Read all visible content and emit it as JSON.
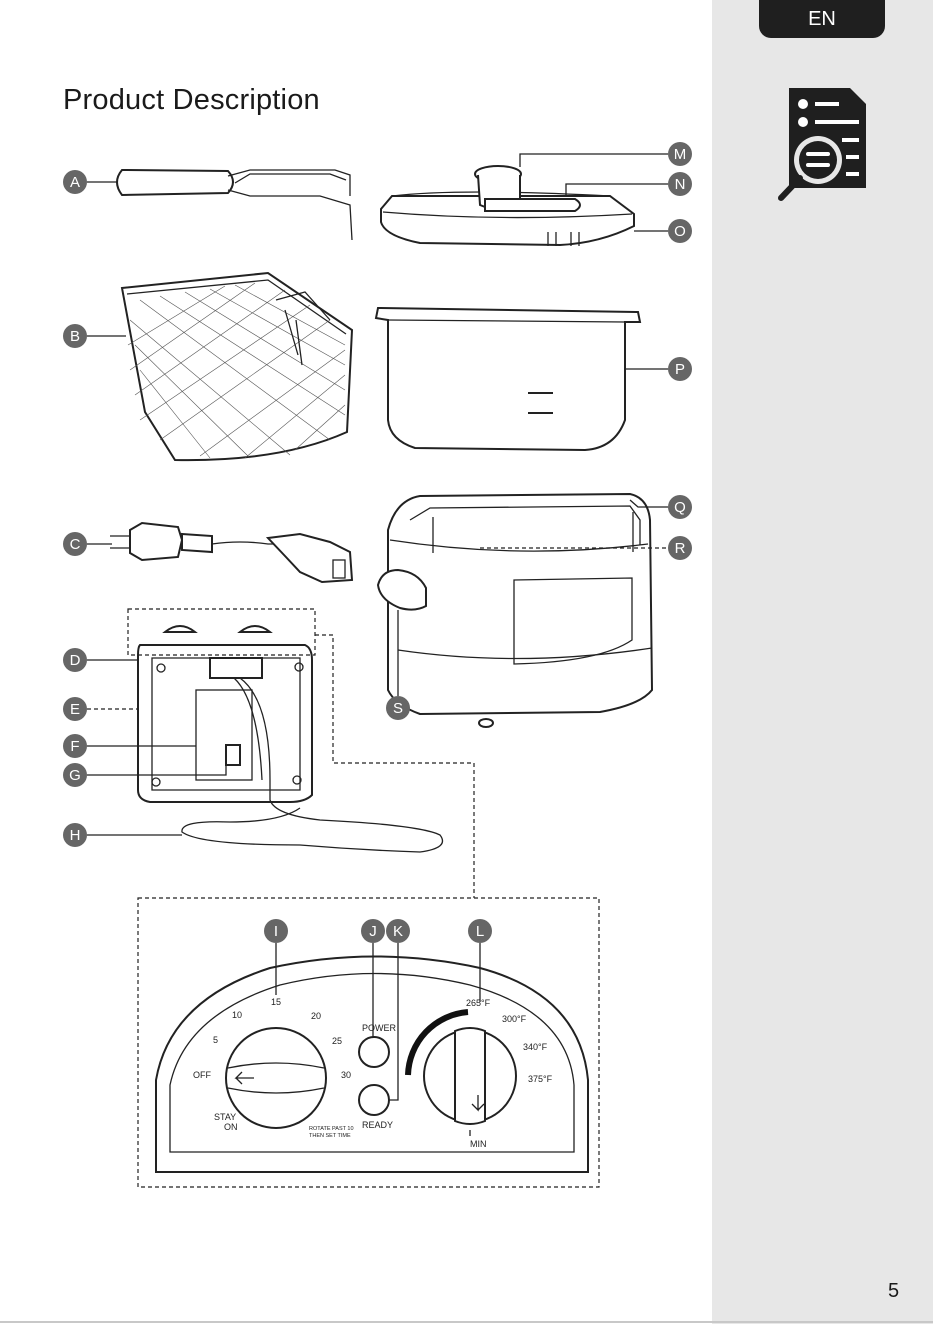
{
  "language_tab": "EN",
  "title": "Product Description",
  "page_number": "5",
  "labels": [
    "A",
    "B",
    "C",
    "D",
    "E",
    "F",
    "G",
    "H",
    "I",
    "J",
    "K",
    "L",
    "M",
    "N",
    "O",
    "P",
    "Q",
    "R",
    "S"
  ],
  "timer_dial": {
    "marks": [
      "15",
      "10",
      "20",
      "5",
      "25",
      "OFF",
      "30"
    ],
    "stay_on": "STAY",
    "stay_on_2": "ON",
    "note_line1": "ROTATE PAST 10",
    "note_line2": "THEN SET TIME"
  },
  "indicators": {
    "power": "POWER",
    "ready": "READY"
  },
  "temp_dial": {
    "marks": [
      "265°F",
      "300°F",
      "340°F",
      "375°F"
    ],
    "min": "MIN"
  },
  "colors": {
    "sidebar": "#e7e7e7",
    "tab": "#1f1f1f",
    "label_circle": "#666666"
  }
}
